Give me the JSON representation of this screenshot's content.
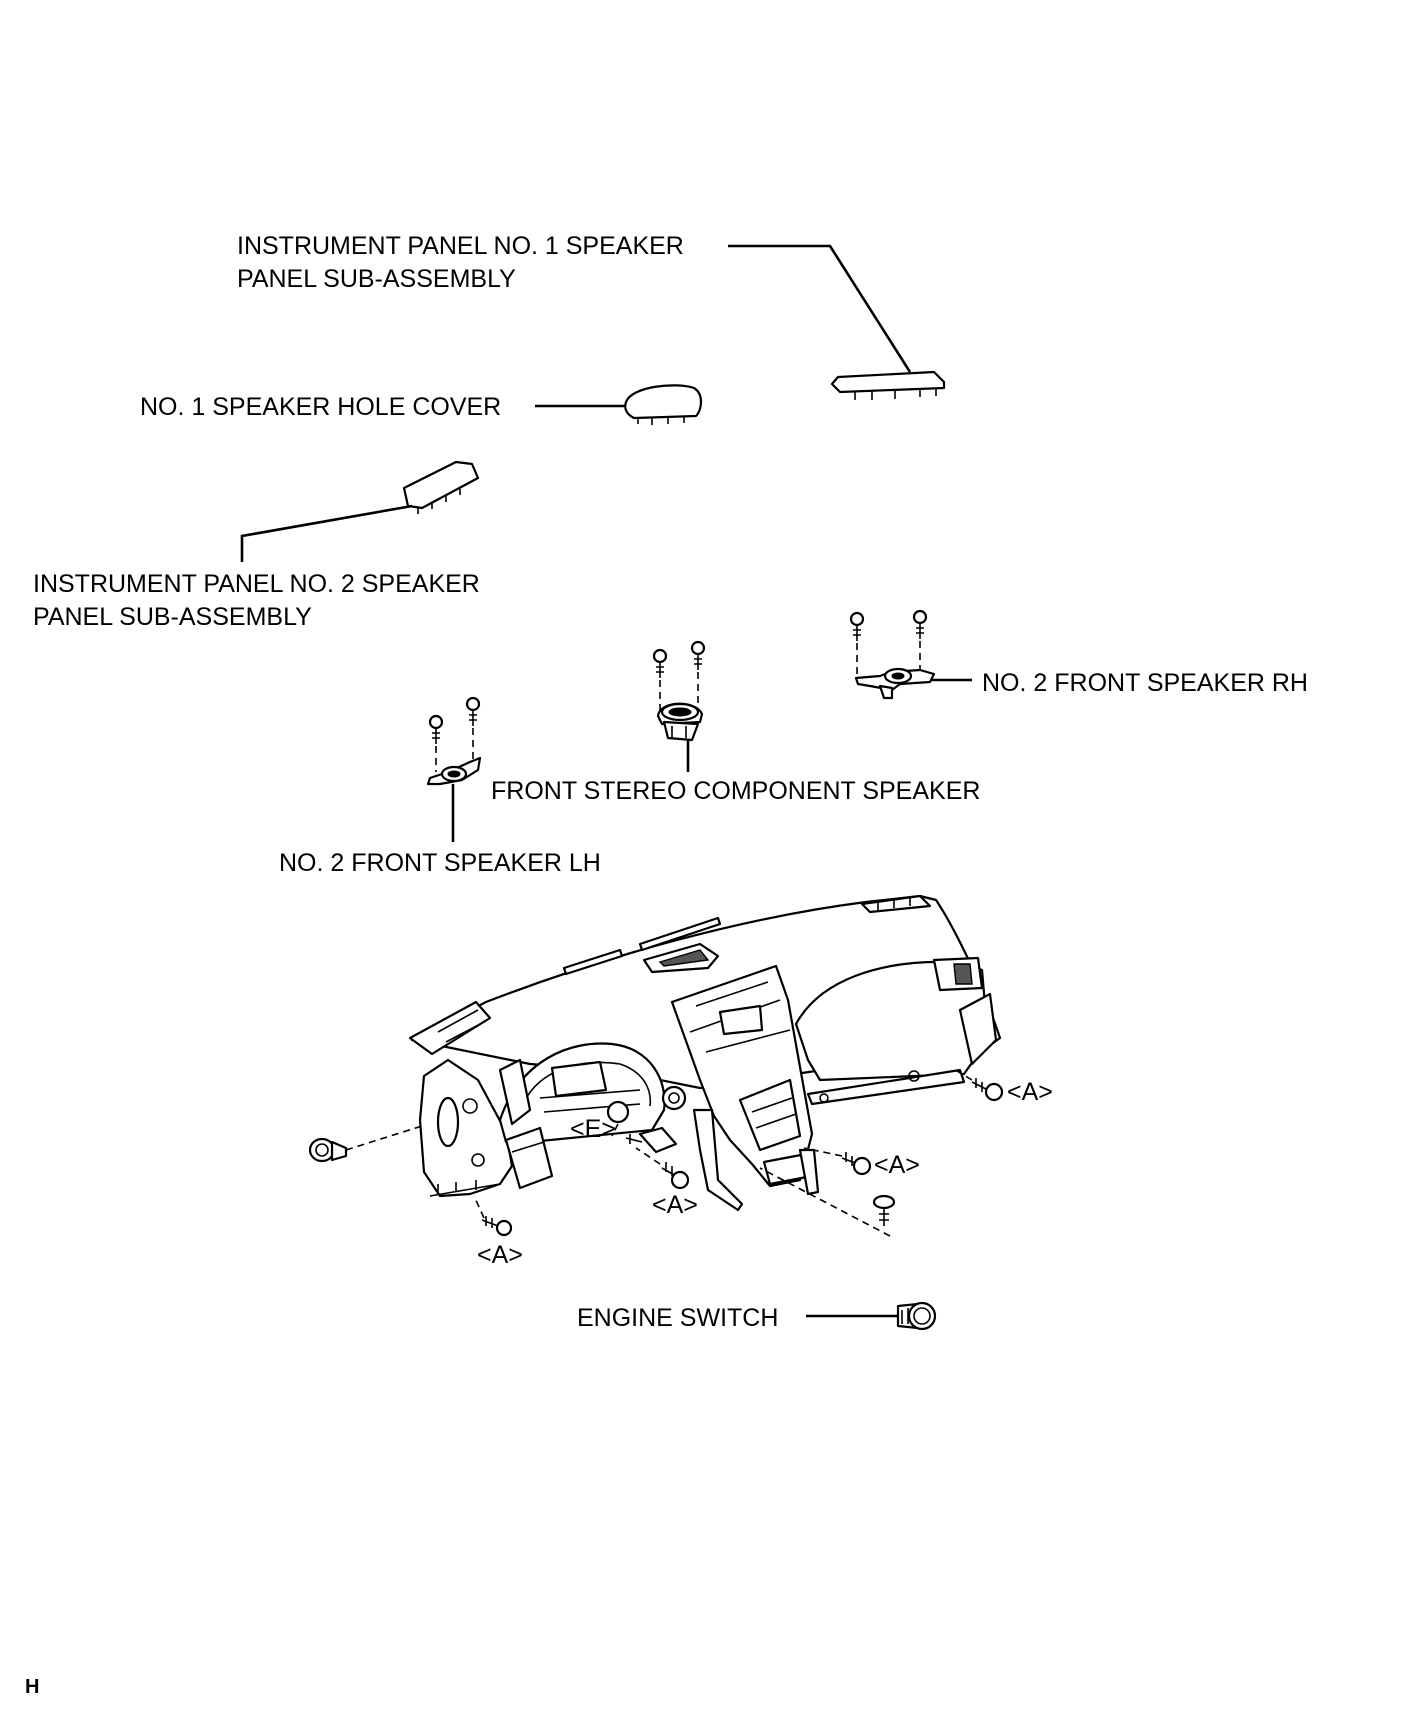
{
  "labels": {
    "ip_no1_line1": "INSTRUMENT PANEL NO. 1 SPEAKER",
    "ip_no1_line2": "PANEL SUB-ASSEMBLY",
    "hole_cover": "NO. 1 SPEAKER HOLE COVER",
    "ip_no2_line1": "INSTRUMENT PANEL NO. 2 SPEAKER",
    "ip_no2_line2": "PANEL SUB-ASSEMBLY",
    "front_speaker_rh": "NO. 2 FRONT SPEAKER RH",
    "front_stereo": "FRONT STEREO COMPONENT SPEAKER",
    "front_speaker_lh": "NO. 2 FRONT SPEAKER LH",
    "engine_switch": "ENGINE SWITCH"
  },
  "callouts": {
    "a_right": "<A>",
    "a_mid_right": "<A>",
    "a_center": "<A>",
    "a_left": "<A>",
    "e": "<E>"
  },
  "corner_mark": "H"
}
